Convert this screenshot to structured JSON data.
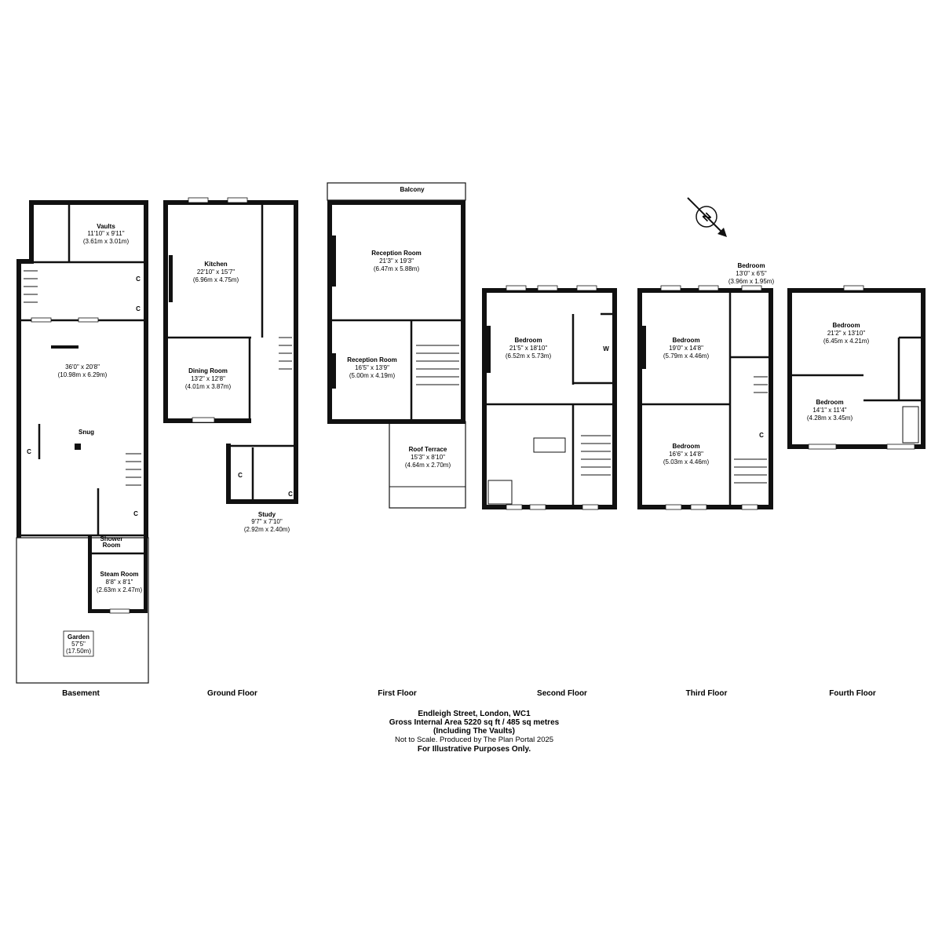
{
  "compass": {
    "label": "N",
    "icon": "compass-icon"
  },
  "floors": {
    "basement": {
      "label": "Basement",
      "rooms": {
        "vaults": {
          "name": "Vaults",
          "dim1": "11'10\" x 9'11\"",
          "dim2": "(3.61m x 3.01m)"
        },
        "main": {
          "dim1": "36'0\" x 20'8\"",
          "dim2": "(10.98m x 6.29m)"
        },
        "snug": {
          "name": "Snug"
        },
        "shower": {
          "name1": "Shower",
          "name2": "Room"
        },
        "steam": {
          "name": "Steam Room",
          "dim1": "8'8\" x 8'1\"",
          "dim2": "(2.63m x 2.47m)"
        },
        "garden": {
          "name": "Garden",
          "dim1": "57'5\"",
          "dim2": "(17.50m)"
        }
      }
    },
    "ground": {
      "label": "Ground Floor",
      "rooms": {
        "kitchen": {
          "name": "Kitchen",
          "dim1": "22'10\" x 15'7\"",
          "dim2": "(6.96m x 4.75m)"
        },
        "dining": {
          "name": "Dining Room",
          "dim1": "13'2\" x 12'8\"",
          "dim2": "(4.01m x 3.87m)"
        },
        "study": {
          "name": "Study",
          "dim1": "9'7\" x 7'10\"",
          "dim2": "(2.92m x 2.40m)"
        }
      }
    },
    "first": {
      "label": "First Floor",
      "rooms": {
        "balcony": {
          "name": "Balcony"
        },
        "reception1": {
          "name": "Reception Room",
          "dim1": "21'3\" x 19'3\"",
          "dim2": "(6.47m x 5.88m)"
        },
        "reception2": {
          "name": "Reception Room",
          "dim1": "16'5\" x 13'9\"",
          "dim2": "(5.00m x 4.19m)"
        },
        "terrace": {
          "name": "Roof Terrace",
          "dim1": "15'3\" x 8'10\"",
          "dim2": "(4.64m x 2.70m)"
        }
      }
    },
    "second": {
      "label": "Second Floor",
      "rooms": {
        "bedroom": {
          "name": "Bedroom",
          "dim1": "21'5\" x 18'10\"",
          "dim2": "(6.52m x 5.73m)"
        },
        "wardrobe": {
          "name": "W"
        }
      }
    },
    "third": {
      "label": "Third Floor",
      "rooms": {
        "bedroom_small": {
          "name": "Bedroom",
          "dim1": "13'0\" x 6'5\"",
          "dim2": "(3.96m x 1.95m)"
        },
        "bedroom1": {
          "name": "Bedroom",
          "dim1": "19'0\" x 14'8\"",
          "dim2": "(5.79m x 4.46m)"
        },
        "bedroom2": {
          "name": "Bedroom",
          "dim1": "16'6\" x 14'8\"",
          "dim2": "(5.03m x 4.46m)"
        }
      }
    },
    "fourth": {
      "label": "Fourth Floor",
      "rooms": {
        "bedroom1": {
          "name": "Bedroom",
          "dim1": "21'2\" x 13'10\"",
          "dim2": "(6.45m x 4.21m)"
        },
        "bedroom2": {
          "name": "Bedroom",
          "dim1": "14'1\" x 11'4\"",
          "dim2": "(4.28m x 3.45m)"
        }
      }
    }
  },
  "cupboard_label": "C",
  "footer": {
    "address": "Endleigh Street, London, WC1",
    "area": "Gross Internal Area 5220 sq ft / 485 sq metres",
    "including": "(Including The Vaults)",
    "scale": "Not to Scale. Produced by The Plan Portal 2025",
    "disclaimer": "For Illustrative Purposes Only."
  }
}
